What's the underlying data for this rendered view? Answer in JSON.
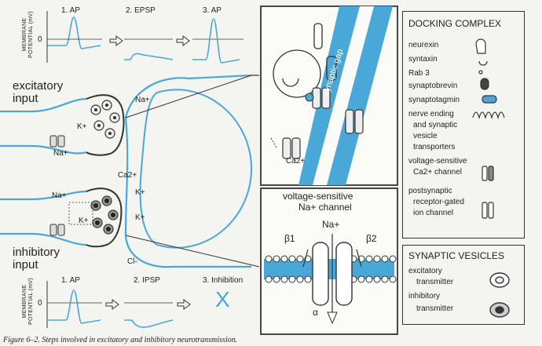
{
  "top_traces": {
    "axis_label": "MEMBRANE POTENTIAL (mV)",
    "zero": "0",
    "step1": "1. AP",
    "step2": "2. EPSP",
    "step3": "3. AP"
  },
  "bottom_traces": {
    "axis_label": "MEMBRANE POTENTIAL (mV)",
    "zero": "0",
    "step1": "1. AP",
    "step2": "2. IPSP",
    "step3": "3. Inhibition",
    "x_mark": "X"
  },
  "neuron": {
    "excitatory_label_1": "excitatory",
    "excitatory_label_2": "input",
    "inhibitory_label_1": "inhibitory",
    "inhibitory_label_2": "input",
    "na_top": "Na+",
    "k_top": "K+",
    "na_left_top": "Na+",
    "ca": "Ca2+",
    "k_right_1": "K+",
    "k_right_2": "K+",
    "na_left_bottom": "Na+",
    "k_left_bottom": "K+",
    "cl": "Cl-"
  },
  "docking_zoom": {
    "gap_label": "synaptic gap",
    "ca": "Ca2+"
  },
  "channel_zoom": {
    "title_1": "voltage-sensitive",
    "title_2": "Na+ channel",
    "na": "Na+",
    "beta1": "β1",
    "beta2": "β2",
    "alpha": "α"
  },
  "docking_legend": {
    "title": "DOCKING COMPLEX",
    "items": [
      "neurexin",
      "syntaxin",
      "Rab 3",
      "synaptobrevin",
      "synaptotagmin",
      "nerve ending",
      "and synaptic",
      "vesicle",
      "transporters",
      "voltage-sensitive",
      "Ca2+ channel",
      "postsynaptic",
      "receptor-gated",
      "ion channel"
    ]
  },
  "vesicle_legend": {
    "title": "SYNAPTIC VESICLES",
    "excitatory_1": "excitatory",
    "excitatory_2": "transmitter",
    "inhibitory_1": "inhibitory",
    "inhibitory_2": "transmitter"
  },
  "caption": "Figure 6–2. Steps involved in excitatory and inhibitory neurotransmission.",
  "colors": {
    "membrane_blue": "#4aa8d8",
    "ink": "#222222",
    "paper": "#f4f4f1"
  }
}
